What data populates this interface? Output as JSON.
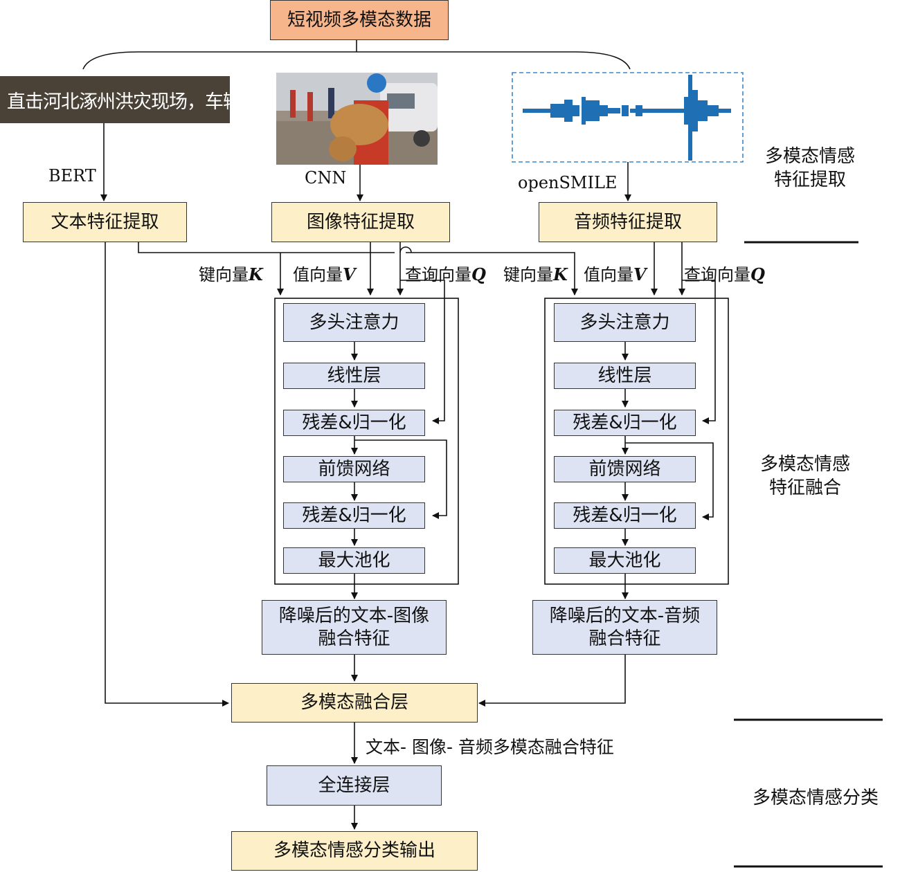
{
  "top": {
    "title": "短视频多模态数据"
  },
  "inputs": {
    "text_banner": "直击河北涿州洪灾现场，车辆被淹",
    "bert": "BERT",
    "cnn": "CNN",
    "opensmile": "openSMILE"
  },
  "extract": {
    "text": "文本特征提取",
    "image": "图像特征提取",
    "audio": "音频特征提取"
  },
  "vectors": {
    "key_prefix": "键向量",
    "key_sym": "K",
    "value_prefix": "值向量",
    "value_sym": "V",
    "query_prefix": "查询向量",
    "query_sym": "Q"
  },
  "blocks": {
    "attention": "多头注意力",
    "linear": "线性层",
    "resnorm": "残差&归一化",
    "ffn": "前馈网络",
    "maxpool": "最大池化"
  },
  "denoised": {
    "text_image_line1": "降噪后的文本-图像",
    "text_image_line2": "融合特征",
    "text_audio_line1": "降噪后的文本-音频",
    "text_audio_line2": "融合特征"
  },
  "fusion_layer": "多模态融合层",
  "fusion_feature": "文本- 图像- 音频多模态融合特征",
  "fc_layer": "全连接层",
  "output": "多模态情感分类输出",
  "stages": {
    "extract_line1": "多模态情感",
    "extract_line2": "特征提取",
    "fusion_line1": "多模态情感",
    "fusion_line2": "特征融合",
    "classify": "多模态情感分类"
  },
  "colors": {
    "cream": "#fdf0c8",
    "blue": "#dde3f3",
    "orange": "#f6b58a",
    "waveform": "#1f6fb5",
    "banner": "#4a4236"
  }
}
